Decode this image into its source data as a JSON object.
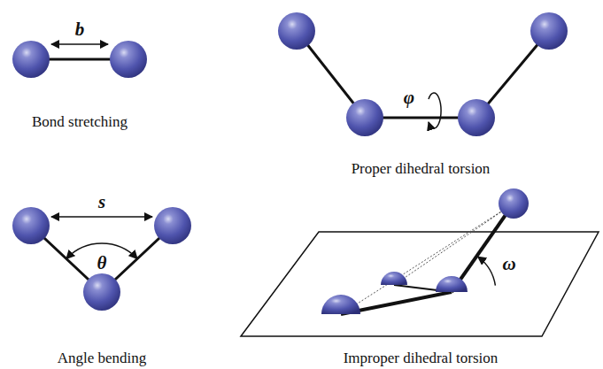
{
  "diagram": {
    "labels": [
      "b",
      "Bond stretching",
      "φ",
      "Proper dihedral torsion",
      "s",
      "θ",
      "Angle bending",
      "ω",
      "Improper dihedral torsion"
    ]
  }
}
